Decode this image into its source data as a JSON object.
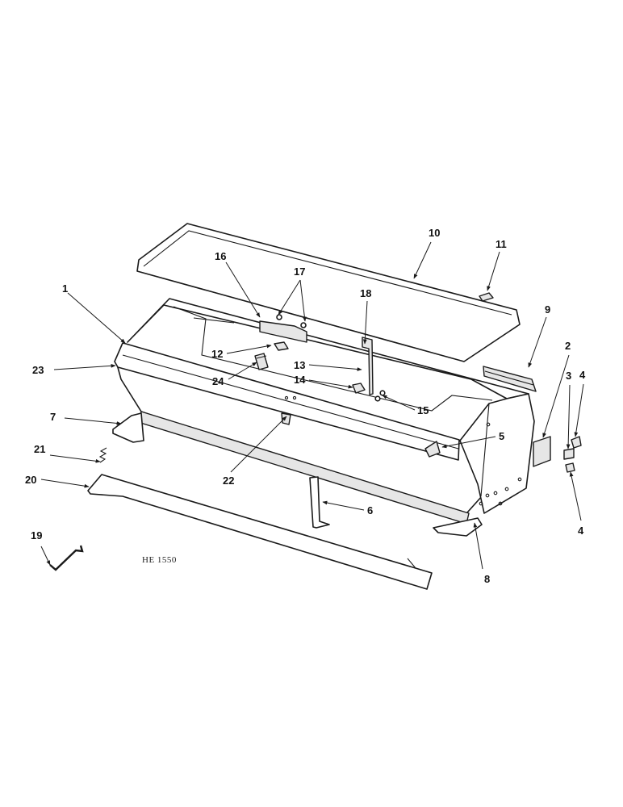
{
  "drawing_ref": "HE 1550",
  "callouts": {
    "c1": "1",
    "c2": "2",
    "c3": "3",
    "c4a": "4",
    "c4b": "4",
    "c5": "5",
    "c6": "6",
    "c7": "7",
    "c8": "8",
    "c9": "9",
    "c10": "10",
    "c11": "11",
    "c12": "12",
    "c13": "13",
    "c14": "14",
    "c15": "15",
    "c16": "16",
    "c17": "17",
    "c18": "18",
    "c19": "19",
    "c20": "20",
    "c21": "21",
    "c22": "22",
    "c23": "23",
    "c24": "24"
  }
}
